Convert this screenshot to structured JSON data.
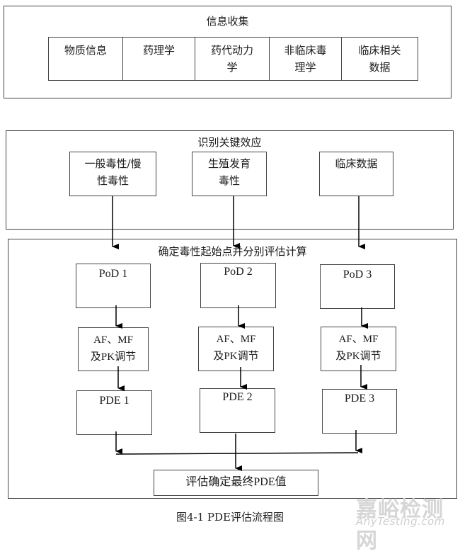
{
  "section1": {
    "title": "信息收集",
    "cells": [
      "物质信息",
      "药理学",
      "药代动力\n学",
      "非临床毒\n理学",
      "临床相关\n数据"
    ]
  },
  "section2": {
    "title": "识别关键效应",
    "boxes": [
      "一般毒性/慢\n性毒性",
      "生殖发育\n毒性",
      "临床数据"
    ]
  },
  "section3": {
    "title": "确定毒性起始点并分别评估计算",
    "pod": [
      "PoD 1",
      "PoD 2",
      "PoD 3"
    ],
    "adjust": [
      "AF、MF\n及PK调节",
      "AF、MF\n及PK调节",
      "AF、MF\n及PK调节"
    ],
    "pde": [
      "PDE 1",
      "PDE 2",
      "PDE 3"
    ],
    "final": "评估确定最终PDE值"
  },
  "caption": "图4-1 PDE评估流程图",
  "watermark": {
    "cn": "嘉峪检测网",
    "en": "AnyTesting.com"
  },
  "colors": {
    "line": "#000000",
    "border": "#444444",
    "watermark": "#d6d6d6"
  }
}
